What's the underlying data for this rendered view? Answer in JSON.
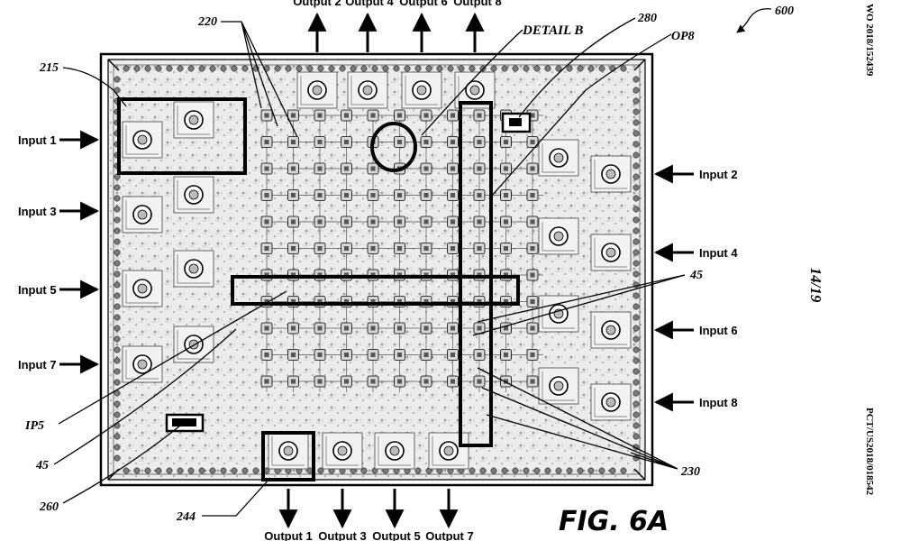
{
  "figure": {
    "number_label": "600",
    "fig_title": "FIG. 6A",
    "page_number": "14/19",
    "doc_id_top": "WO 2018/152439",
    "doc_id_bottom": "PCT/US2018/018542",
    "detail_label": "DETAIL B"
  },
  "inputs_left": [
    "Input 1",
    "Input 3",
    "Input 5",
    "Input 7"
  ],
  "inputs_right": [
    "Input 2",
    "Input 4",
    "Input 6",
    "Input 8"
  ],
  "outputs_top": [
    "Output 2",
    "Output 4",
    "Output 6",
    "Output 8"
  ],
  "outputs_bottom": [
    "Output 1",
    "Output 3",
    "Output 5",
    "Output 7"
  ],
  "reference_labels": {
    "r215": "215",
    "r220": "220",
    "r280": "280",
    "op8": "OP8",
    "r45a": "45",
    "r45b": "45",
    "ip5": "IP5",
    "r260": "260",
    "r244": "244",
    "r230": "230"
  },
  "colors": {
    "ink": "#000000",
    "paper": "#ffffff",
    "chip_fill": "#e9e9e9"
  }
}
